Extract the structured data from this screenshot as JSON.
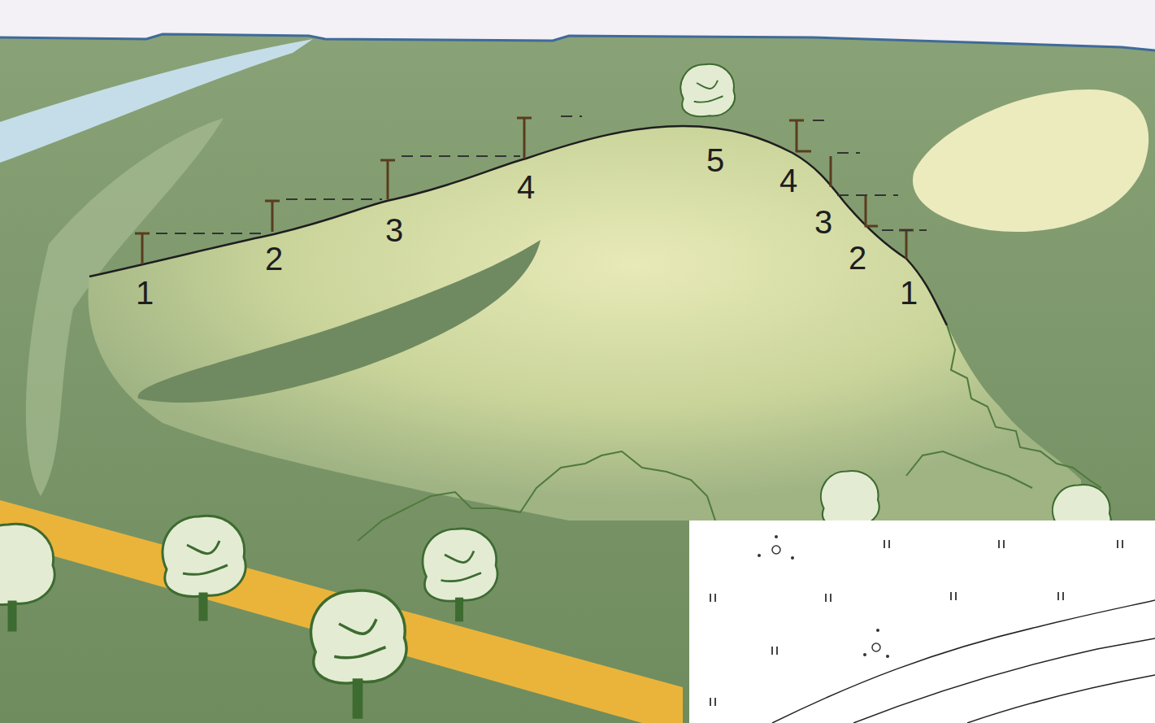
{
  "diagram": {
    "labels": [
      "1",
      "2",
      "3",
      "4",
      "5",
      "4",
      "3",
      "2",
      "1"
    ]
  }
}
